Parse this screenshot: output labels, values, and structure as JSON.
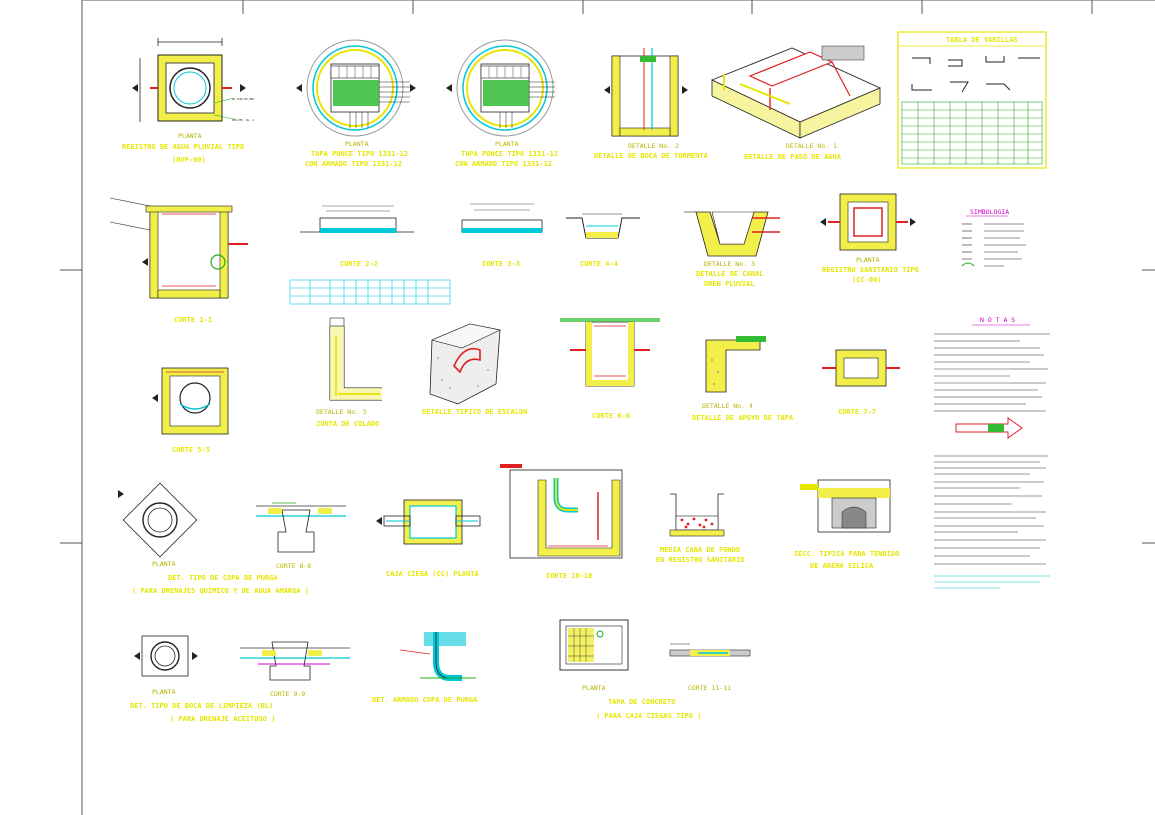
{
  "details": {
    "r1c1": {
      "line1": "PLANTA",
      "line2": "REGISTRO DE AGUA PLUVIAL TIPO",
      "line3": "(RVP-00)"
    },
    "r1c2": {
      "line1": "PLANTA",
      "line2": "TAPA PONCE TIPO 1331-12",
      "line3": "CON ARMADO TIPO 1331-12"
    },
    "r1c3": {
      "line1": "PLANTA",
      "line2": "TAPA PONCE TIPO 1331-12",
      "line3": "CON ARMADO TIPO 1331-12"
    },
    "r1c4": {
      "line1": "DETALLE No. 2",
      "line2": "DETALLE DE BOCA DE TORMENTA"
    },
    "r1c5": {
      "line1": "DETALLE No. 1",
      "line2": "DETALLE DE PASO DE AGUA"
    },
    "r2c1": {
      "line1": "CORTE 1-1"
    },
    "r2c2": {
      "line1": "CORTE 2-2"
    },
    "r2c3": {
      "line1": "CORTE 3-3"
    },
    "r2c4": {
      "line1": "CORTE 4-4"
    },
    "r2c5": {
      "line1": "DETALLE No. 3",
      "line2": "DETALLE DE CANAL",
      "line3": "DREN PLUVIAL"
    },
    "r2c6": {
      "line1": "PLANTA",
      "line2": "REGISTRO SANITARIO TIPO",
      "line3": "(CC-00)"
    },
    "r3c1": {
      "line1": "CORTE 5-5"
    },
    "r3c2": {
      "line1": "DETALLE No. 5",
      "line2": "JUNTA DE COLADO"
    },
    "r3c3": {
      "line1": "DETALLE TIPICO DE ESCALON"
    },
    "r3c4": {
      "line1": "CORTE 6-6"
    },
    "r3c5": {
      "line1": "DETALLE No. 4",
      "line2": "DETALLE DE APOYO DE TAPA"
    },
    "r3c6": {
      "line1": "CORTE 7-7"
    },
    "r4c1": {
      "line1": "DET. TIPO DE COPA DE PURGA",
      "line2": "( PARA DRENAJES QUIMICO Y DE AGUA AMARGA )"
    },
    "r4c2": {
      "line1": "CORTE 8-8"
    },
    "r4c3": {
      "line1": "CAJA CIEGA (CC) PLANTA"
    },
    "r4c4": {
      "line1": "CORTE 10-10"
    },
    "r4c5": {
      "line1": "MEDIA CAÑA DE FONDO",
      "line2": "EN REGISTRO SANITARIO"
    },
    "r4c6": {
      "line1": "SECC. TIPICA PARA TENDIDO",
      "line2": "DE ARENA SILICA"
    },
    "r5c1": {
      "line1": "DET. TIPO DE BOCA DE LIMPIEZA (BL)",
      "line2": "( PARA DRENAJE ACEITOSO )"
    },
    "r5c2": {
      "line1": "CORTE 9-9"
    },
    "r5c3": {
      "line1": "DET. ARMADO COPA DE PURGA"
    },
    "r5c4": {
      "line1": "PLANTA",
      "line2": "TAPA DE CONCRETO",
      "line3": "( PARA CAJA CIEGAS TIPO )"
    },
    "r5c5": {
      "line1": "CORTE 11-11"
    }
  },
  "tabla_varillas": {
    "title": "TABLA DE VARILLAS"
  },
  "simbologia": {
    "title": "SIMBOLOGIA"
  },
  "notas": {
    "title": "N O T A S"
  },
  "colors": {
    "title_yellow": "#e6e600",
    "outline": "#202020",
    "concrete": "#f2ef4a",
    "water_cyan": "#00c8d8",
    "rebar_red": "#e02020",
    "annotation_green": "#22aa22",
    "dimension_magenta": "#d000d0",
    "frame_gray": "#555555"
  }
}
